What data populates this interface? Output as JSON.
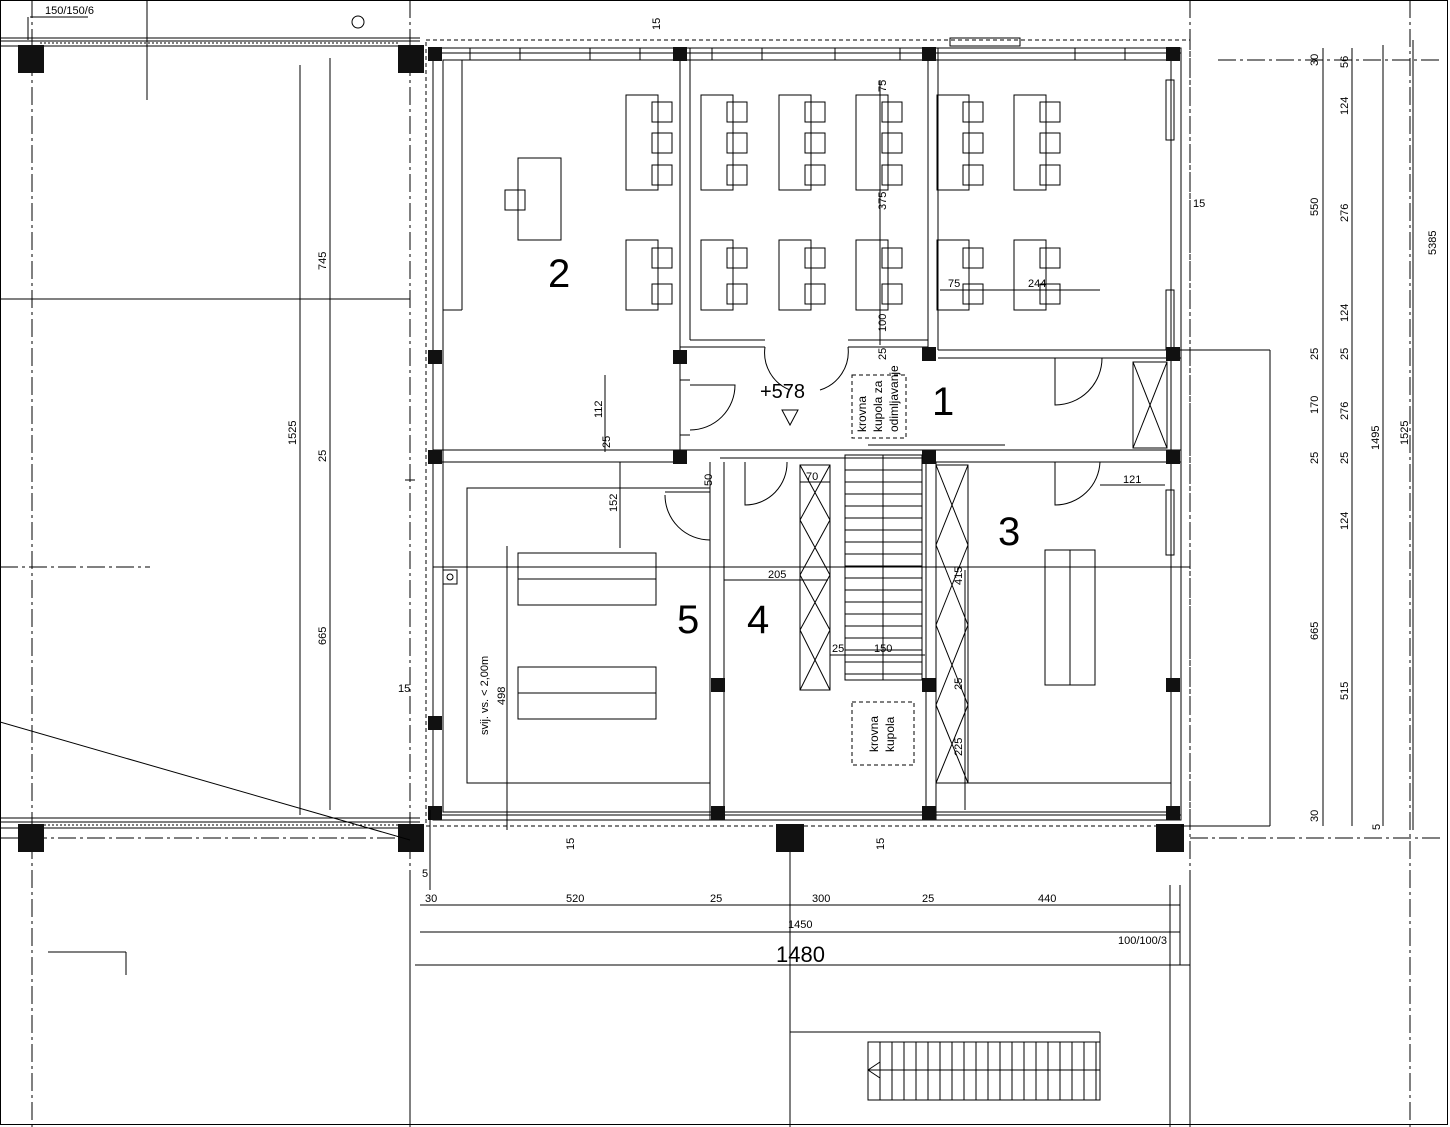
{
  "plan": {
    "rooms": [
      "1",
      "2",
      "3",
      "4",
      "5"
    ],
    "level_mark": "+578",
    "notes": {
      "dome_vent": [
        "krovna",
        "kupola za",
        "odimljavanje"
      ],
      "dome": [
        "krovna",
        "kupola"
      ],
      "headroom": "svij. vs. < 2,00m",
      "beam_top": "150/150/6",
      "beam_bottom": "100/100/3"
    },
    "dims_bottom": [
      "30",
      "520",
      "25",
      "300",
      "25",
      "440"
    ],
    "dim_1450": "1450",
    "dim_1480": "1480",
    "dims_right_1": [
      "30",
      "550",
      "25",
      "170",
      "25",
      "665",
      "30"
    ],
    "dims_right_2": [
      "56",
      "124",
      "276",
      "124",
      "25",
      "276",
      "25",
      "124",
      "515",
      "5"
    ],
    "dims_right_3": [
      "1495",
      "1525",
      "5385"
    ],
    "dims_left": [
      "745",
      "25",
      "665",
      "1525"
    ],
    "dims_interior": [
      "15",
      "15",
      "15",
      "15",
      "15",
      "75",
      "375",
      "100",
      "25",
      "75",
      "244",
      "112",
      "25",
      "152",
      "50",
      "70",
      "121",
      "205",
      "415",
      "25",
      "150",
      "25",
      "225",
      "498",
      "5"
    ]
  }
}
